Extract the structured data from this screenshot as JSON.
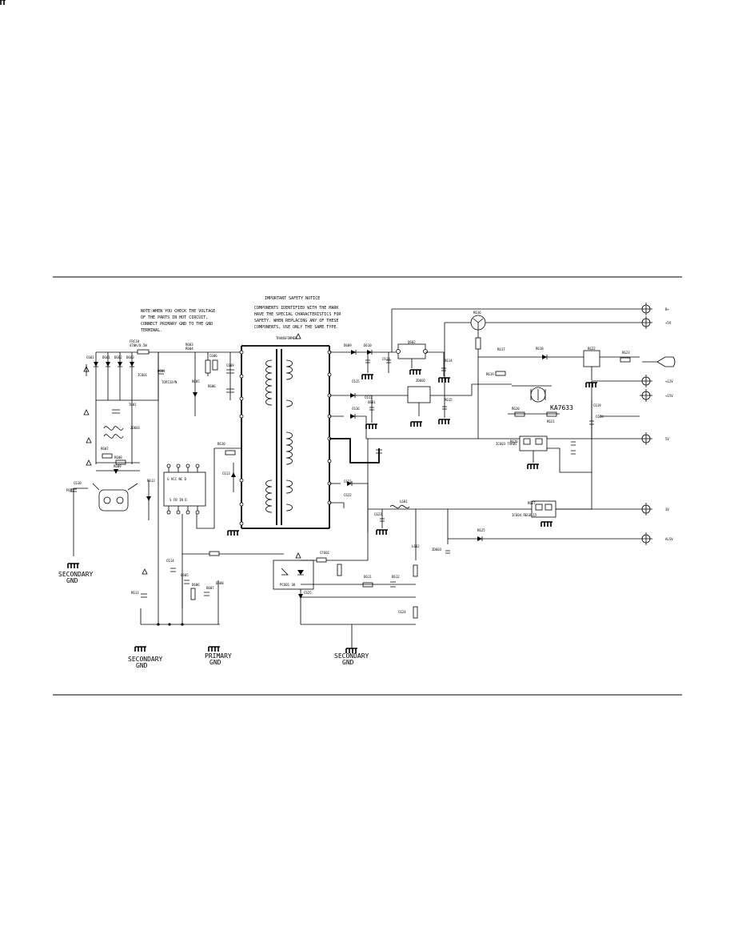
{
  "notes": {
    "note_lines": [
      "NOTE:WHEN YOU CHECK THE VOLTAGE",
      "OF THE PARTS IN HOT CIRCUIT,",
      "CONNECT PRIMARY GND TO THE GND",
      "TERMINAL."
    ],
    "safety_title": "IMPORTANT SAFETY NOTICE",
    "safety_lines": [
      "COMPONENTS IDENTIFIED WITH THE MARK",
      "HAVE THE SPECIAL CHARACTERISTICS FOR",
      "SAFETY. WHEN REPLACING ANY OF THESE",
      "COMPONENTS, USE ONLY THE SAME TYPE."
    ]
  },
  "grounds": {
    "secondary_left": [
      "SECONDARY",
      "GND"
    ],
    "secondary_bottom": [
      "SECONDARY",
      "GND"
    ],
    "primary": [
      "PRIMARY",
      "GND"
    ],
    "secondary_mid": [
      "SECONDARY",
      "GND"
    ]
  },
  "outputs": [
    "B+",
    "+5V",
    "+12V",
    "+15V",
    "5V",
    "3V",
    "ALSV"
  ],
  "ic_text": {
    "regulator": "KA7633",
    "ic_pins_top": "G VCC NC D",
    "ic_pins_bottom": "S FB IN D",
    "opto": "PC601 SK",
    "transformer": "TRANSFORMER",
    "mid_ic": "IC603\nTVR05",
    "low_ic": "IC604\nREG8L15"
  },
  "part_labels": {
    "tiny": [
      "FRC10",
      "470K/0.5W",
      "C601",
      "D601",
      "D602",
      "D603",
      "D604",
      "IC601",
      "TOP233YN",
      "R603",
      "R604",
      "C606",
      "C609",
      "R605",
      "R606",
      "T601",
      "ZD601",
      "R607",
      "R608",
      "R609",
      "C610",
      "R610",
      "C613",
      "R612",
      "R613",
      "C614",
      "D605",
      "D606",
      "D607",
      "D608",
      "D609",
      "D610",
      "C615",
      "C616",
      "C617",
      "C618",
      "Q601",
      "Q602",
      "ZD602",
      "R614",
      "R615",
      "R616",
      "R617",
      "R618",
      "R619",
      "R620",
      "R621",
      "R622",
      "R623",
      "C619",
      "C620",
      "C621",
      "C622",
      "C623",
      "L601",
      "L602",
      "ZD603",
      "D611",
      "D612",
      "C624",
      "C625",
      "R625",
      "R626",
      "R627",
      "CF601",
      "P601"
    ]
  }
}
